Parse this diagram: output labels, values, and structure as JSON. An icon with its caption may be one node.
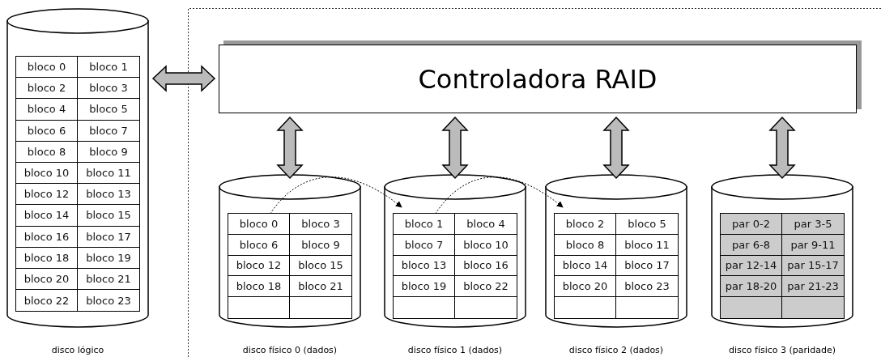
{
  "diagram": {
    "nodes": [
      {
        "text": [],
        "shape": "cylinder",
        "beside": [
          "disco lógico"
        ]
      },
      {
        "text": [
          "Controladora RAID"
        ]
      },
      {
        "text": [],
        "shape": "cylinder",
        "beside": [
          "disco físico 0 (dados)"
        ]
      },
      {
        "text": [],
        "shape": "cylinder",
        "beside": [
          "disco físico 1 (dados)"
        ]
      },
      {
        "text": [],
        "shape": "cylinder",
        "beside": [
          "disco físico 2 (dados)"
        ]
      },
      {
        "text": [],
        "shape": "cylinder",
        "beside": [
          "disco físico 3 (paridade)"
        ]
      },
      {
        "text": [
          "bloco 0"
        ],
        "in": 2
      },
      {
        "text": [
          "bloco 1"
        ],
        "in": 3
      },
      {
        "text": [
          "bloco 2"
        ],
        "in": 4
      }
    ],
    "edges": [
      {
        "from": 0,
        "to": 1,
        "arrow": "both"
      },
      {
        "from": 1,
        "to": 2,
        "arrow": "both"
      },
      {
        "from": 1,
        "to": 3,
        "arrow": "both"
      },
      {
        "from": 1,
        "to": 4,
        "arrow": "both"
      },
      {
        "from": 1,
        "to": 5,
        "arrow": "both"
      },
      {
        "from": 6,
        "to": 7,
        "arrow": "to",
        "style": "dashed"
      },
      {
        "from": 7,
        "to": 8,
        "arrow": "to",
        "style": "dashed"
      }
    ],
    "labels": [
      "bloco 0",
      "bloco 1",
      "bloco 2",
      "bloco 3",
      "bloco 4",
      "bloco 5",
      "bloco 6",
      "bloco 7",
      "bloco 8",
      "bloco 9",
      "bloco 10",
      "bloco 11",
      "bloco 12",
      "bloco 13",
      "bloco 14",
      "bloco 15",
      "bloco 16",
      "bloco 17",
      "bloco 18",
      "bloco 19",
      "bloco 20",
      "bloco 21",
      "bloco 22",
      "bloco 23",
      "bloco 3",
      "bloco 6",
      "bloco 9",
      "bloco 12",
      "bloco 15",
      "bloco 18",
      "bloco 21",
      "bloco 4",
      "bloco 7",
      "bloco 10",
      "bloco 13",
      "bloco 16",
      "bloco 19",
      "bloco 22",
      "bloco 5",
      "bloco 8",
      "bloco 11",
      "bloco 14",
      "bloco 17",
      "bloco 20",
      "bloco 23",
      "par 0-2",
      "par 3-5",
      "par 6-8",
      "par 9-11",
      "par 12-14",
      "par 15-17",
      "par 18-20",
      "par 21-23"
    ]
  }
}
